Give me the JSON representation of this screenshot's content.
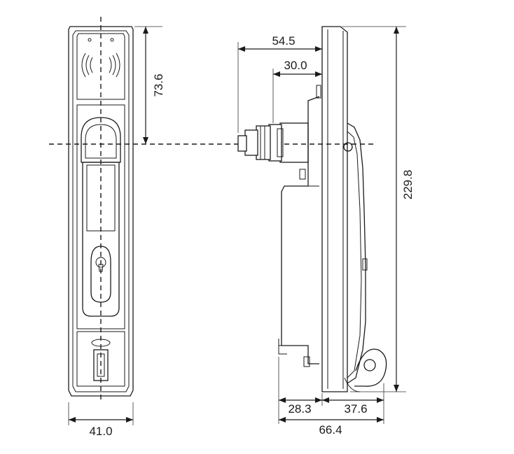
{
  "dimensions": {
    "front_width": "41.0",
    "handle_center_height": "73.6",
    "shaft_length_total": "54.5",
    "shaft_length_inner": "30.0",
    "overall_height": "229.8",
    "rear_depth": "28.3",
    "front_depth": "37.6",
    "overall_depth": "66.4"
  },
  "colors": {
    "line": "#1a1a1a",
    "background": "#ffffff"
  },
  "icons": {
    "rfid": "rfid-waves-icon",
    "keyhole": "keyhole-icon"
  }
}
